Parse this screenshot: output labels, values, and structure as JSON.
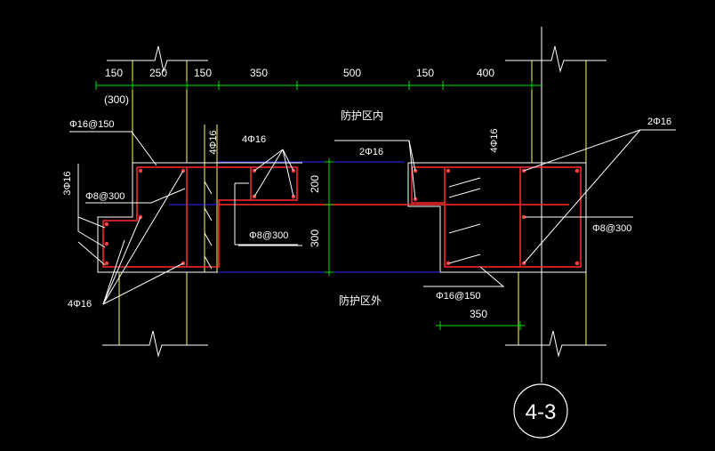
{
  "top_dimensions": [
    "150",
    "250",
    "150",
    "350",
    "500",
    "150",
    "400"
  ],
  "top_dim_alt": "(300)",
  "vert_dimensions": [
    "200",
    "300"
  ],
  "bottom_dimension": "350",
  "labels": {
    "stirrup_tl": "Φ16@150",
    "bars_left_side": "3Φ16",
    "stirrup_left": "Φ8@300",
    "bars_left_corner": "4Φ16",
    "bars_vertical_left": "4Φ16",
    "bars_top_mid": "4Φ16",
    "stirrup_mid": "Φ8@300",
    "bars_right_top": "2Φ16",
    "bars_vertical_right": "4Φ16",
    "bars_far_right": "2Φ16",
    "stirrup_right": "Φ8@300",
    "stirrup_br": "Φ16@150"
  },
  "zones": {
    "inside": "防护区内",
    "outside": "防护区外"
  },
  "section_tag": "4-3",
  "colors": {
    "background": "#000000",
    "rebar": "#ff2a2a",
    "wall_outline": "#ffffff",
    "axis": "#ffff66",
    "dim_line": "#00e000",
    "blue_line": "#2a2aff"
  }
}
